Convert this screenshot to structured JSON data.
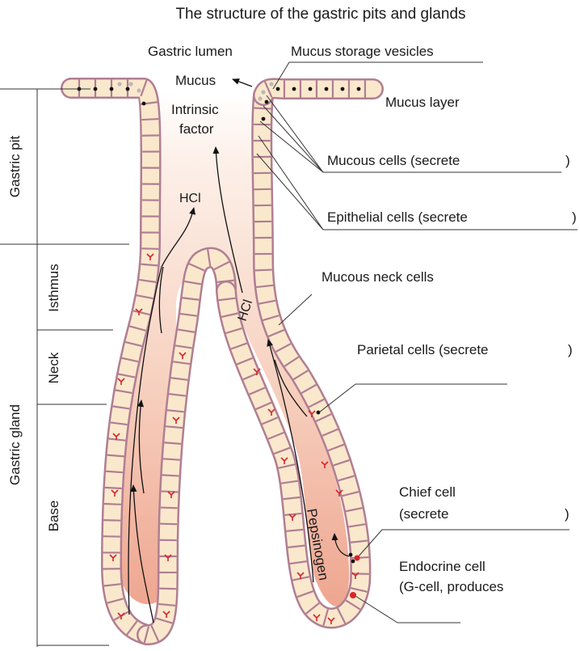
{
  "title": "The structure of the gastric pits and glands",
  "labels": {
    "gastric_lumen": "Gastric lumen",
    "mucus_storage_vesicles": "Mucus storage vesicles",
    "mucus": "Mucus",
    "mucus_layer": "Mucus layer",
    "intrinsic_factor_line1": "Intrinsic",
    "intrinsic_factor_line2": "factor",
    "mucous_cells": "Mucous cells (secrete",
    "epithelial_cells": "Epithelial cells (secrete",
    "hcl_left": "HCl",
    "hcl_right": "HCl",
    "mucous_neck_cells": "Mucous neck cells",
    "parietal_cells": "Parietal cells (secrete",
    "chief_cell_line1": "Chief cell",
    "chief_cell_line2": "(secrete",
    "pepsinogen": "Pepsinogen",
    "endocrine_cell_line1": "Endocrine cell",
    "endocrine_cell_line2": "(G-cell, produces",
    "close_paren": ")"
  },
  "regions": {
    "gastric_pit": "Gastric pit",
    "gastric_gland": "Gastric gland",
    "isthmus": "Isthmus",
    "neck": "Neck",
    "base": "Base"
  },
  "colors": {
    "membrane": "#b07e93",
    "cell_fill": "#fae8cc",
    "lumen_light": "#fdf1ea",
    "lumen_dark": "#eea690",
    "nucleus": "#111111",
    "parietal_mark": "#d8232a",
    "chief_granule": "#d8232a",
    "vesicle": "#b9b9b9",
    "line": "#333333"
  }
}
